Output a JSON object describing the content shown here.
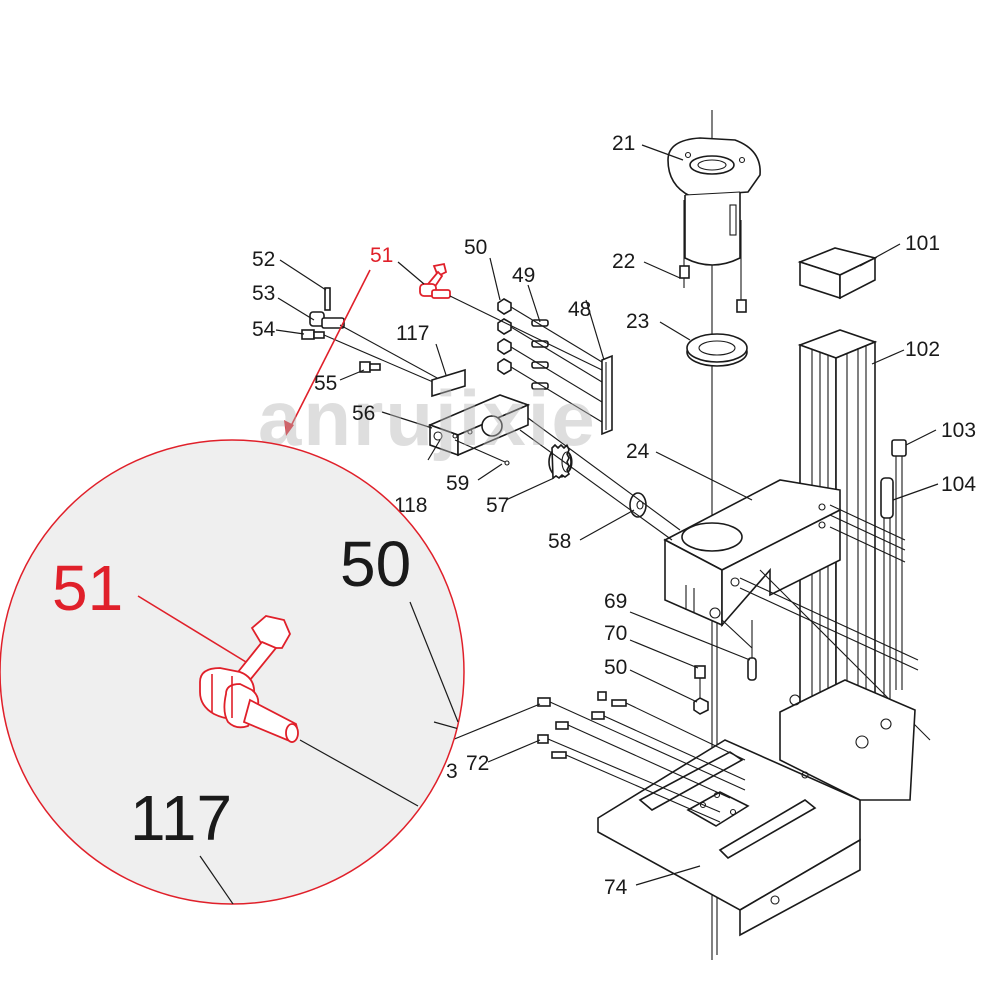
{
  "labels": {
    "p21": "21",
    "p22": "22",
    "p23": "23",
    "p24": "24",
    "p101": "101",
    "p102": "102",
    "p103": "103",
    "p104": "104",
    "p48": "48",
    "p49": "49",
    "p50a": "50",
    "p50b": "50",
    "p51": "51",
    "p52": "52",
    "p53": "53",
    "p54": "54",
    "p55": "55",
    "p56": "56",
    "p57": "57",
    "p58": "58",
    "p59": "59",
    "p69": "69",
    "p70": "70",
    "p72": "72",
    "p74": "74",
    "p117": "117",
    "p118": "118",
    "p3": "3"
  },
  "zoom": {
    "label_51": "51",
    "label_50": "50",
    "label_117": "117"
  },
  "watermark": "anrujixie",
  "colors": {
    "highlight": "#e0202a",
    "lines": "#1a1a1a",
    "zoom_fill": "#efefef"
  }
}
